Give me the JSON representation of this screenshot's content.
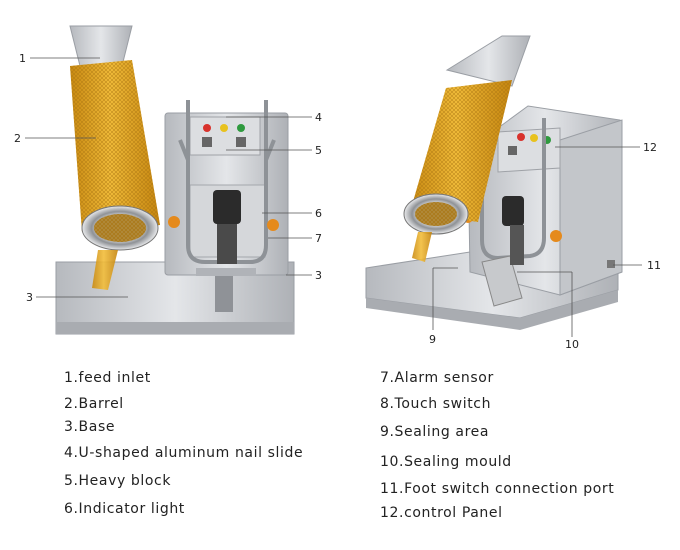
{
  "callouts": {
    "n1": "1",
    "n2": "2",
    "n3a": "3",
    "n3b": "3",
    "n4": "4",
    "n5": "5",
    "n6": "6",
    "n7": "7",
    "n9": "9",
    "n10": "10",
    "n11": "11",
    "n12": "12"
  },
  "legend": {
    "left": [
      "1.feed inlet",
      "2.Barrel",
      "3.Base",
      "4.U-shaped aluminum nail slide",
      "5.Heavy block",
      "6.Indicator light"
    ],
    "right": [
      "7.Alarm sensor",
      "8.Touch switch",
      "9.Sealing area",
      "10.Sealing mould",
      "11.Foot switch connection port",
      "12.control Panel"
    ]
  },
  "colors": {
    "steel": "#c9ccd0",
    "steel_dark": "#9a9ea4",
    "mesh": "#e5a82a",
    "mesh_dark": "#c88a14",
    "light_red": "#d8322c",
    "light_yellow": "#e8c21e",
    "light_green": "#2e9a3e",
    "knob_orange": "#e58a1c"
  }
}
